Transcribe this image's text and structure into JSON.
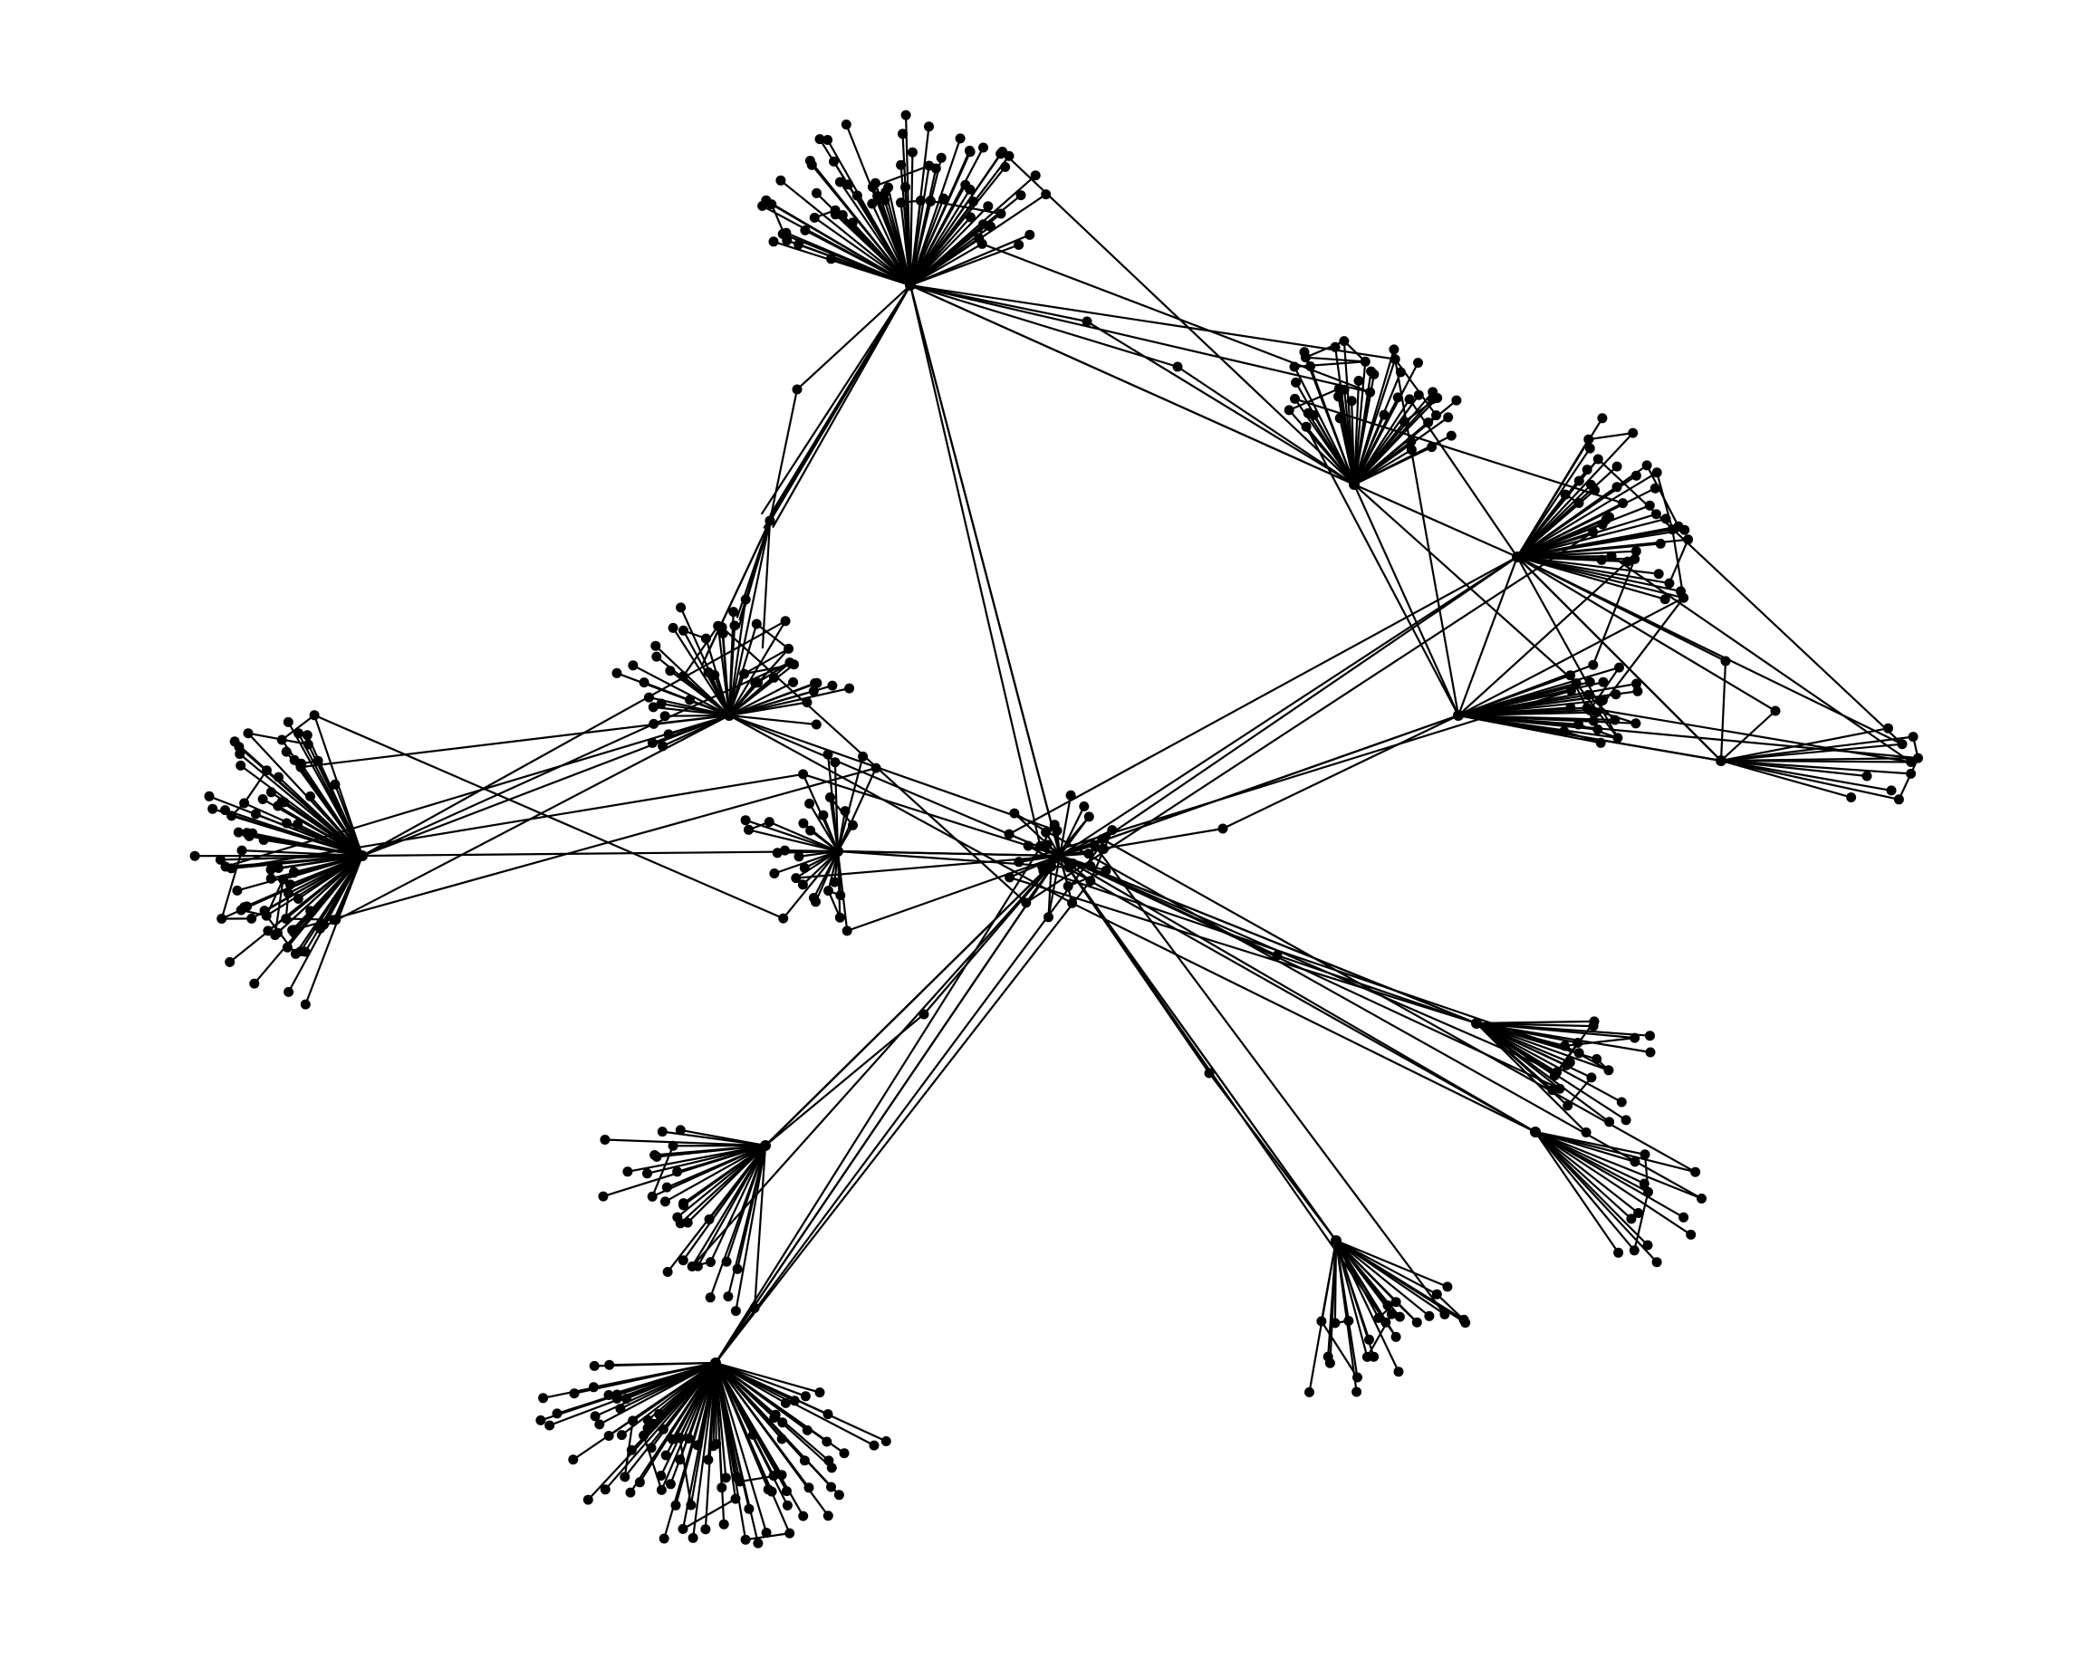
{
  "diagram": {
    "type": "network-graph",
    "layout": "force-directed",
    "title": "",
    "node_color": "#000000",
    "edge_color": "#000000",
    "background": "#ffffff",
    "central_hub": "core",
    "clusters": [
      {
        "id": "top-fan",
        "kind": "star",
        "leaf_count": 70,
        "links_to": [
          "core",
          "ne-hub",
          "upper-left-chain"
        ]
      },
      {
        "id": "ne-hub",
        "kind": "star",
        "leaf_count": 42,
        "links_to": [
          "top-fan",
          "east-hub",
          "mid-east"
        ]
      },
      {
        "id": "east-hub",
        "kind": "star",
        "leaf_count": 40,
        "links_to": [
          "ne-hub",
          "mid-east",
          "far-east",
          "core"
        ]
      },
      {
        "id": "far-east",
        "kind": "star",
        "leaf_count": 10,
        "links_to": [
          "east-hub",
          "mid-east"
        ]
      },
      {
        "id": "mid-east",
        "kind": "star",
        "leaf_count": 24,
        "links_to": [
          "core",
          "east-hub",
          "ne-hub"
        ]
      },
      {
        "id": "mid-left",
        "kind": "mesh",
        "leaf_count": 45,
        "links_to": [
          "core",
          "west-fan",
          "upper-left-chain"
        ]
      },
      {
        "id": "west-fan",
        "kind": "star",
        "leaf_count": 80,
        "links_to": [
          "mid-left",
          "center-left"
        ]
      },
      {
        "id": "center-left",
        "kind": "star",
        "leaf_count": 30,
        "links_to": [
          "core",
          "west-fan"
        ]
      },
      {
        "id": "core",
        "kind": "hub",
        "leaf_count": 30,
        "links_to": [
          "top-fan",
          "east-hub",
          "mid-east",
          "se-1",
          "se-2",
          "s-fan",
          "sw-fan",
          "bottom-fan"
        ]
      },
      {
        "id": "se-1",
        "kind": "star",
        "leaf_count": 22,
        "links_to": [
          "core"
        ]
      },
      {
        "id": "se-2",
        "kind": "star",
        "leaf_count": 14,
        "links_to": [
          "core"
        ]
      },
      {
        "id": "s-fan",
        "kind": "star",
        "leaf_count": 26,
        "links_to": [
          "core"
        ]
      },
      {
        "id": "sw-fan",
        "kind": "star",
        "leaf_count": 30,
        "links_to": [
          "core"
        ]
      },
      {
        "id": "bottom-fan",
        "kind": "star",
        "leaf_count": 90,
        "links_to": [
          "core"
        ]
      }
    ]
  }
}
